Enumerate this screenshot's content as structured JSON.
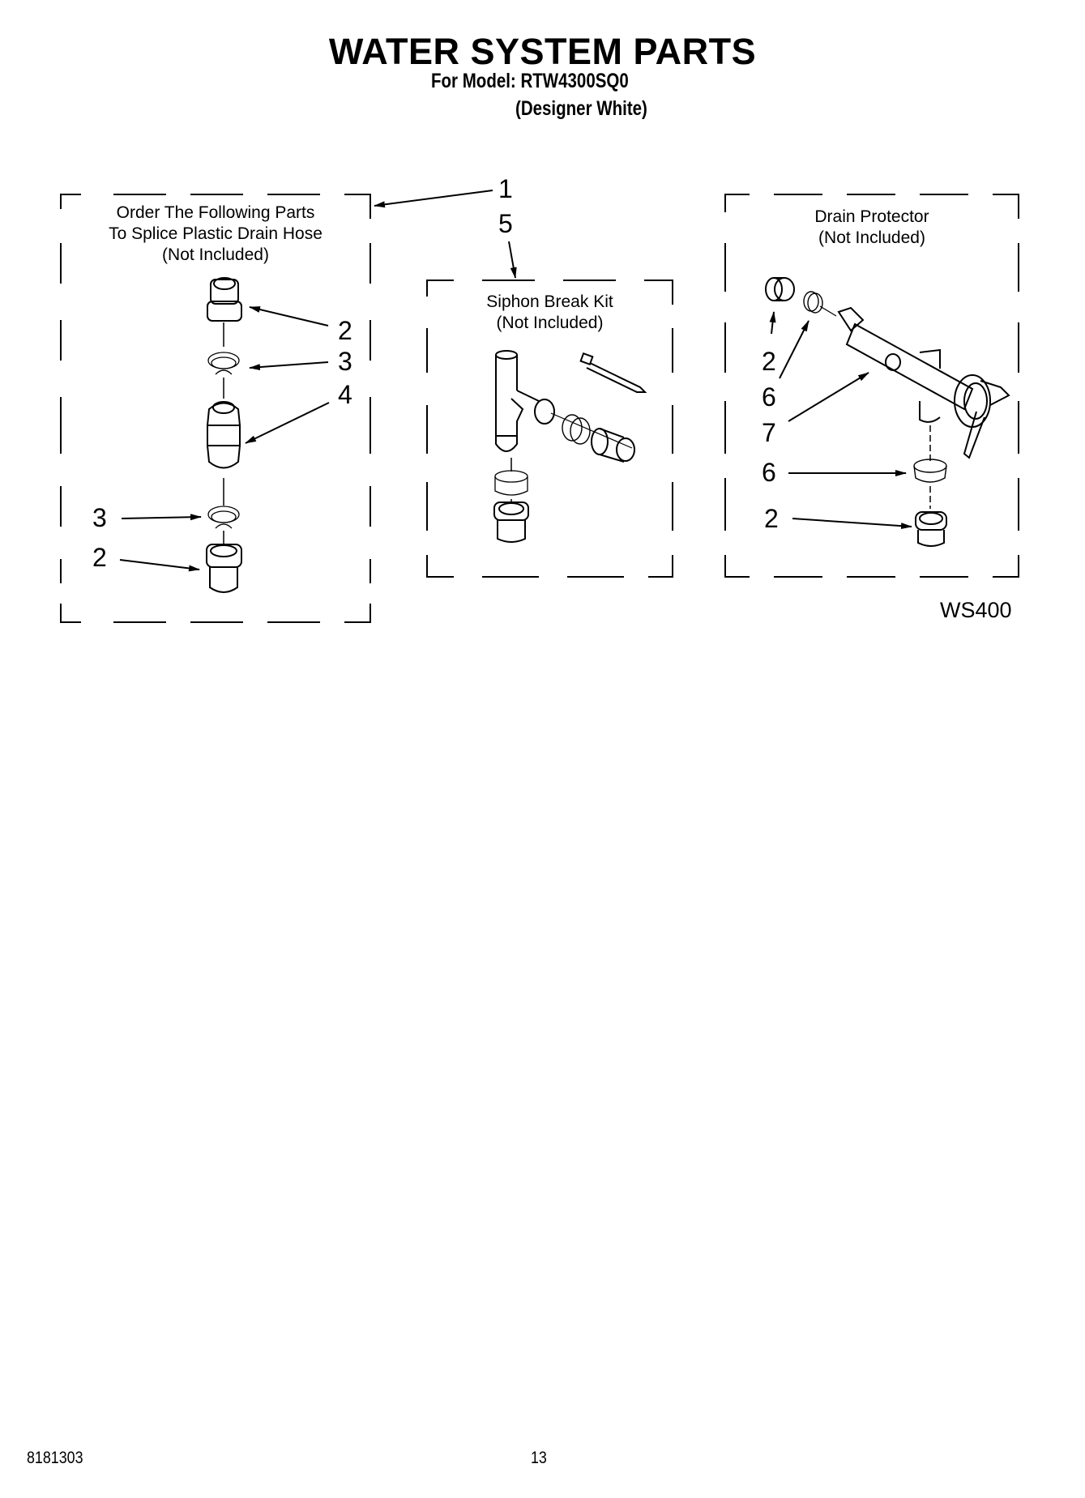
{
  "header": {
    "title": "WATER SYSTEM PARTS",
    "model_line": "For Model: RTW4300SQ0",
    "variant_line": "(Designer White)"
  },
  "groups": [
    {
      "id": "drain-hose-splice",
      "label_lines": [
        "Order The Following Parts",
        "To Splice Plastic Drain Hose",
        "(Not Included)"
      ],
      "group_callout": "1",
      "callouts": [
        "2",
        "3",
        "4",
        "3",
        "2"
      ]
    },
    {
      "id": "siphon-break-kit",
      "label_lines": [
        "Siphon Break Kit",
        "(Not Included)"
      ],
      "group_callout": "5",
      "callouts": []
    },
    {
      "id": "drain-protector",
      "label_lines": [
        "Drain Protector",
        "(Not Included)"
      ],
      "callouts": [
        "2",
        "6",
        "7",
        "6",
        "2"
      ]
    }
  ],
  "diagram_code": "WS400",
  "footer": {
    "doc_number": "8181303",
    "page_number": "13"
  }
}
